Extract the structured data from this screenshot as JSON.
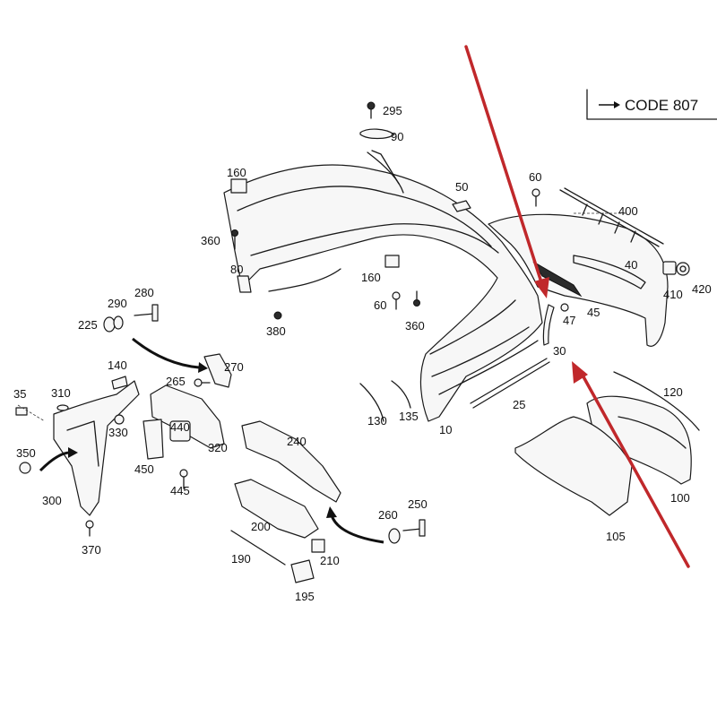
{
  "legend": {
    "code_label": "CODE 807",
    "arrow_icon": "right-arrow-icon"
  },
  "labels": {
    "p10": "10",
    "p25": "25",
    "p30": "30",
    "p35": "35",
    "p40": "40",
    "p45": "45",
    "p47": "47",
    "p50": "50",
    "p60a": "60",
    "p60b": "60",
    "p80": "80",
    "p90": "90",
    "p100": "100",
    "p105": "105",
    "p120": "120",
    "p130": "130",
    "p135": "135",
    "p140": "140",
    "p160a": "160",
    "p160b": "160",
    "p190": "190",
    "p195": "195",
    "p200": "200",
    "p210": "210",
    "p225": "225",
    "p240": "240",
    "p250": "250",
    "p260": "260",
    "p265": "265",
    "p270": "270",
    "p280": "280",
    "p290": "290",
    "p295": "295",
    "p300": "300",
    "p310": "310",
    "p320": "320",
    "p330": "330",
    "p350": "350",
    "p360a": "360",
    "p360b": "360",
    "p370": "370",
    "p380": "380",
    "p400": "400",
    "p410": "410",
    "p420": "420",
    "p440": "440",
    "p445": "445",
    "p450": "450"
  },
  "colors": {
    "highlight_arrow": "#c0282b",
    "line": "#1a1a1a",
    "background": "#ffffff"
  }
}
